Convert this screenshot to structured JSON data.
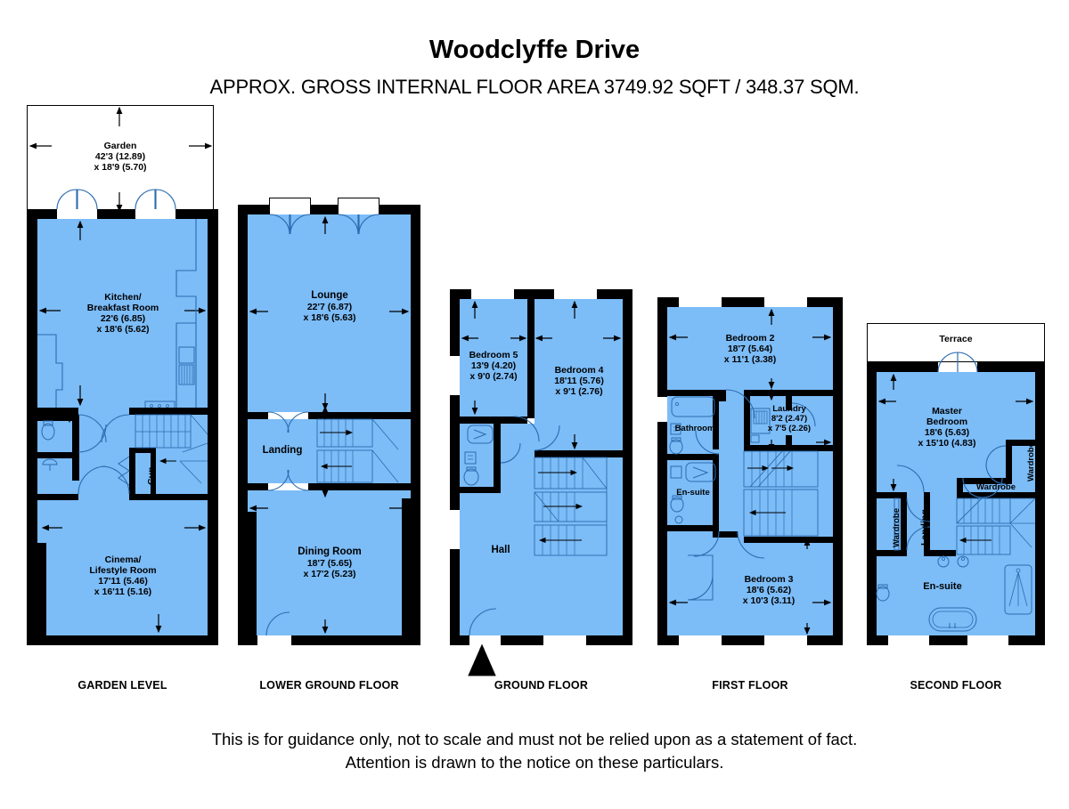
{
  "header": {
    "title": "Woodclyffe Drive",
    "subtitle": "APPROX. GROSS INTERNAL FLOOR AREA 3749.92 SQFT / 348.37 SQM."
  },
  "footer": {
    "disclaimer_line1": "This is for guidance only, not to scale and must not be relied upon as a statement of fact.",
    "disclaimer_line2": "Attention is drawn to the notice on these particulars."
  },
  "colors": {
    "room_fill": "#7CBCF7",
    "wall": "#000000",
    "fixture_stroke": "#3A7EC0",
    "text": "#000000",
    "background": "#FFFFFF"
  },
  "floors": [
    {
      "caption": "GARDEN LEVEL",
      "rooms": [
        {
          "name": "Garden",
          "dim1": "42'3 (12.89)",
          "dim2": "x 18'9 (5.70)"
        },
        {
          "name": "Kitchen/\nBreakfast Room",
          "dim1": "22'6 (6.85)",
          "dim2": "x 18'6 (5.62)"
        },
        {
          "name": "Cinema/\nLifestyle Room",
          "dim1": "17'11 (5.46)",
          "dim2": "x 16'11 (5.16)"
        },
        {
          "name": "Cup",
          "dim1": "",
          "dim2": ""
        }
      ]
    },
    {
      "caption": "LOWER GROUND FLOOR",
      "rooms": [
        {
          "name": "Lounge",
          "dim1": "22'7 (6.87)",
          "dim2": "x 18'6 (5.63)"
        },
        {
          "name": "Landing",
          "dim1": "",
          "dim2": ""
        },
        {
          "name": "Dining Room",
          "dim1": "18'7 (5.65)",
          "dim2": "x 17'2 (5.23)"
        }
      ]
    },
    {
      "caption": "GROUND FLOOR",
      "rooms": [
        {
          "name": "Bedroom 5",
          "dim1": "13'9 (4.20)",
          "dim2": "x 9'0 (2.74)"
        },
        {
          "name": "Bedroom 4",
          "dim1": "18'11 (5.76)",
          "dim2": "x 9'1 (2.76)"
        },
        {
          "name": "Hall",
          "dim1": "",
          "dim2": ""
        }
      ]
    },
    {
      "caption": "FIRST FLOOR",
      "rooms": [
        {
          "name": "Bedroom 2",
          "dim1": "18'7 (5.64)",
          "dim2": "x 11'1 (3.38)"
        },
        {
          "name": "Bathroom",
          "dim1": "",
          "dim2": ""
        },
        {
          "name": "Laundry",
          "dim1": "8'2 (2.47)",
          "dim2": "x 7'5 (2.26)"
        },
        {
          "name": "En-suite",
          "dim1": "",
          "dim2": ""
        },
        {
          "name": "Bedroom 3",
          "dim1": "18'6 (5.62)",
          "dim2": "x 10'3 (3.11)"
        }
      ]
    },
    {
      "caption": "SECOND FLOOR",
      "rooms": [
        {
          "name": "Terrace",
          "dim1": "",
          "dim2": ""
        },
        {
          "name": "Master\nBedroom",
          "dim1": "18'6 (5.63)",
          "dim2": "x 15'10 (4.83)"
        },
        {
          "name": "Wardrobe",
          "dim1": "",
          "dim2": ""
        },
        {
          "name": "Wardrobe",
          "dim1": "",
          "dim2": ""
        },
        {
          "name": "Wardrobe",
          "dim1": "",
          "dim2": ""
        },
        {
          "name": "Landing",
          "dim1": "",
          "dim2": ""
        },
        {
          "name": "En-suite",
          "dim1": "",
          "dim2": ""
        }
      ]
    }
  ],
  "labels": {
    "garden": "Garden",
    "garden_d1": "42'3 (12.89)",
    "garden_d2": "x 18'9 (5.70)",
    "kitchen_l1": "Kitchen/",
    "kitchen_l2": "Breakfast Room",
    "kitchen_d1": "22'6 (6.85)",
    "kitchen_d2": "x 18'6 (5.62)",
    "cinema_l1": "Cinema/",
    "cinema_l2": "Lifestyle Room",
    "cinema_d1": "17'11 (5.46)",
    "cinema_d2": "x 16'11 (5.16)",
    "cup": "Cup",
    "lounge": "Lounge",
    "lounge_d1": "22'7 (6.87)",
    "lounge_d2": "x 18'6 (5.63)",
    "landing_lg": "Landing",
    "dining": "Dining Room",
    "dining_d1": "18'7 (5.65)",
    "dining_d2": "x 17'2 (5.23)",
    "bed5": "Bedroom 5",
    "bed5_d1": "13'9 (4.20)",
    "bed5_d2": "x 9'0 (2.74)",
    "bed4": "Bedroom 4",
    "bed4_d1": "18'11 (5.76)",
    "bed4_d2": "x 9'1 (2.76)",
    "hall": "Hall",
    "bed2": "Bedroom 2",
    "bed2_d1": "18'7 (5.64)",
    "bed2_d2": "x 11'1 (3.38)",
    "bathroom": "Bathroom",
    "laundry": "Laundry",
    "laundry_d1": "8'2 (2.47)",
    "laundry_d2": "x 7'5 (2.26)",
    "ensuite_ff": "En-suite",
    "bed3": "Bedroom 3",
    "bed3_d1": "18'6 (5.62)",
    "bed3_d2": "x 10'3 (3.11)",
    "terrace": "Terrace",
    "master_l1": "Master",
    "master_l2": "Bedroom",
    "master_d1": "18'6 (5.63)",
    "master_d2": "x 15'10 (4.83)",
    "wardrobe_r": "Wardrobe",
    "wardrobe_m": "Wardrobe",
    "wardrobe_l": "Wardrobe",
    "landing_sf": "Landing",
    "ensuite_sf": "En-suite"
  },
  "captions": {
    "garden_level": "GARDEN LEVEL",
    "lower_ground": "LOWER GROUND FLOOR",
    "ground": "GROUND FLOOR",
    "first": "FIRST FLOOR",
    "second": "SECOND FLOOR"
  }
}
